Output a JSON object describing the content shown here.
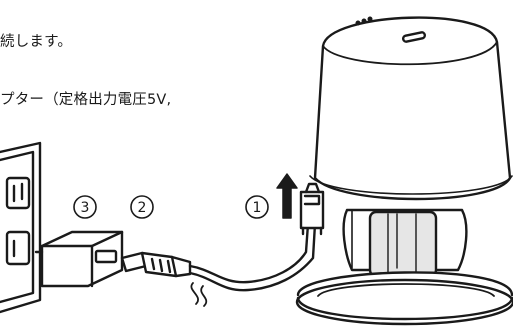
{
  "instructions": {
    "line1": "続します。",
    "line2": "プター（定格出力電圧5V,"
  },
  "steps": [
    "①",
    "②",
    "③"
  ],
  "arrow_icon": "up-arrow-icon",
  "colors": {
    "line": "#1a1a1a",
    "shade": "#e6e6e6",
    "bg": "#ffffff"
  }
}
